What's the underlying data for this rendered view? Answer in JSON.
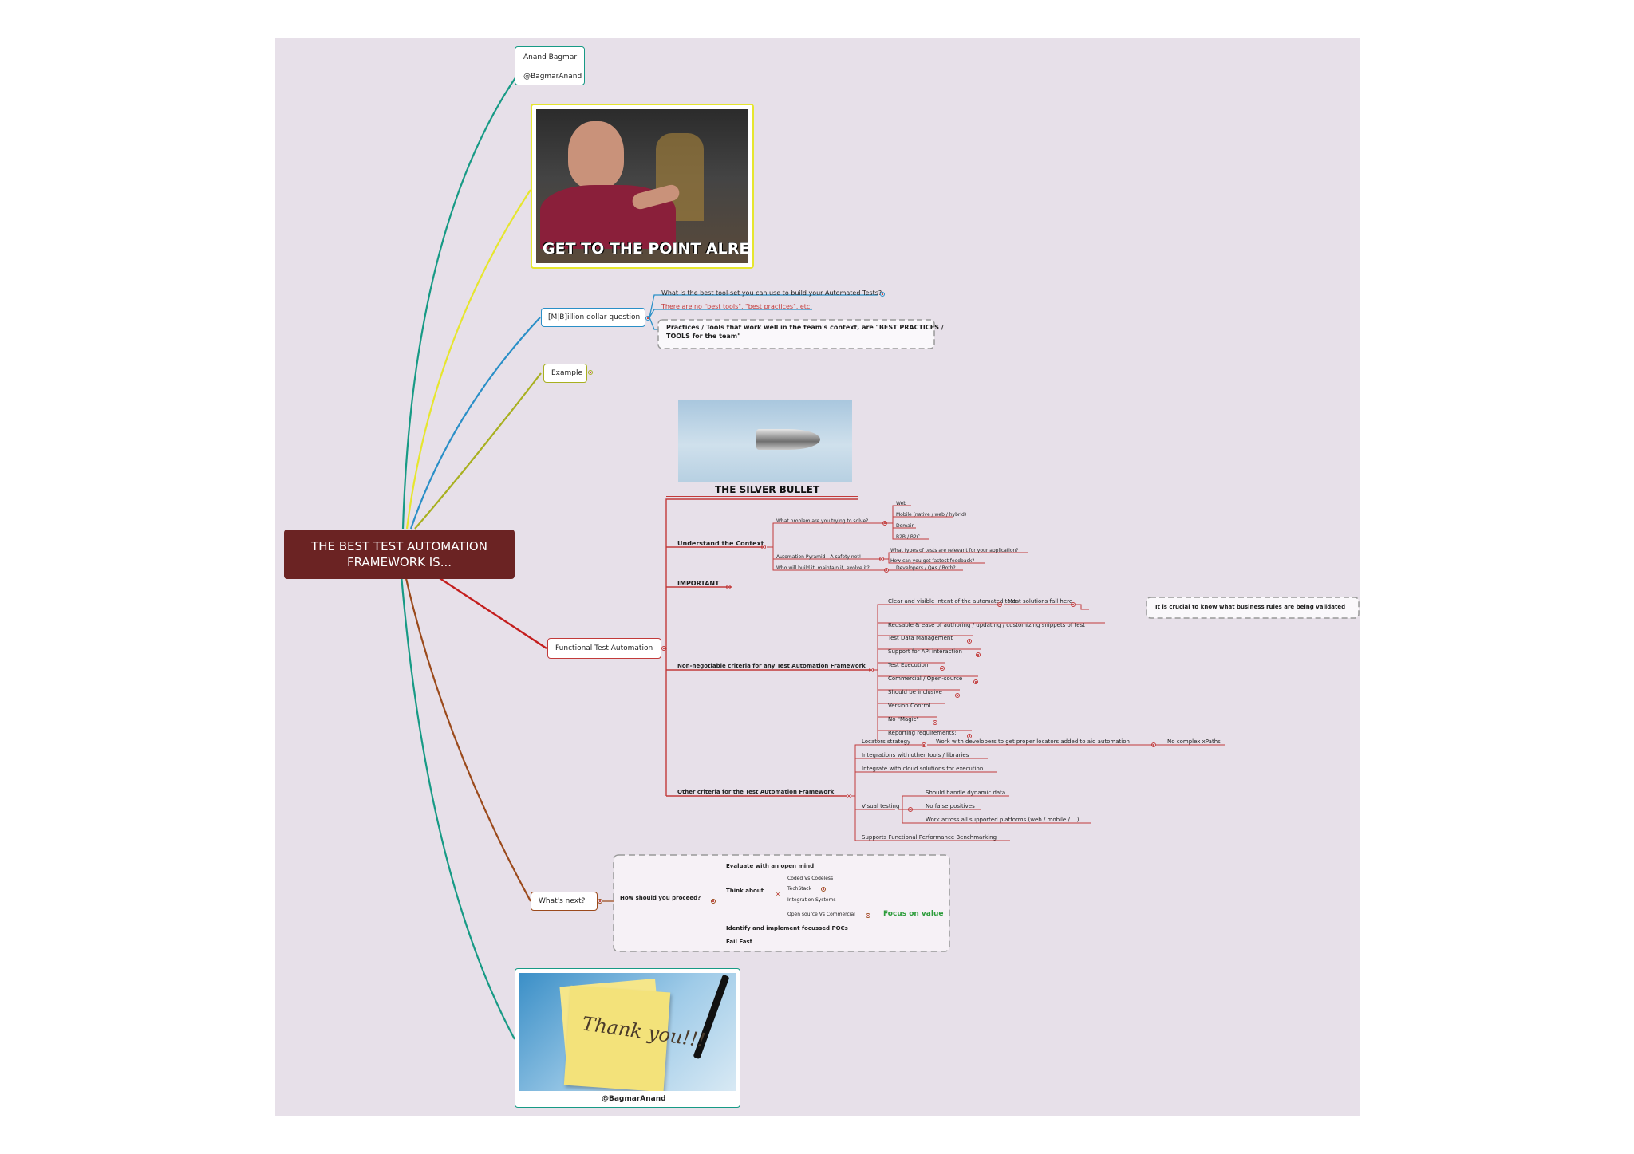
{
  "central": "THE BEST TEST AUTOMATION FRAMEWORK IS...",
  "author": {
    "name": "Anand Bagmar",
    "handle": "@BagmarAnand"
  },
  "meme": {
    "caption": "GET TO THE POINT ALREADY!"
  },
  "billion": {
    "label": "[M|B]illion dollar question",
    "q1": "What is the best tool-set you can use to build your Automated Tests?",
    "q2": "There are no \"best tools\", \"best practices\", etc.",
    "q3a": "Practices / Tools that work well in the team's context, are \"BEST PRACTICES /",
    "q3b": "TOOLS for the team\""
  },
  "example": "Example",
  "bullet": {
    "caption": "THE SILVER BULLET"
  },
  "functional": {
    "label": "Functional Test Automation",
    "context": {
      "label": "Understand the Context",
      "problem": "What problem are you trying to solve?",
      "problems": [
        "Web",
        "Mobile (native / web / hybrid)",
        "Domain",
        "B2B / B2C"
      ],
      "pyramid": "Automation Pyramid - A safety net!",
      "pyramid_items": [
        "What types of tests are relevant for your application?",
        "How can you get fastest feedback?"
      ],
      "who": "Who will build it, maintain it, evolve it?",
      "who_answer": "Developers / QAs / Both?"
    },
    "important": "IMPORTANT",
    "nonneg": {
      "label": "Non-negotiable criteria for any Test Automation Framework",
      "items": [
        "Clear and visible intent of the automated test",
        "Reusable & ease of authoring / updating / customizing snippets of test",
        "Test Data Management",
        "Support for API interaction",
        "Test Execution",
        "Commercial / Open-source",
        "Should be inclusive",
        "Version Control",
        "No \"Magic\"",
        "Reporting requirements:"
      ],
      "fail": "Most solutions fail here",
      "crucial": "It is crucial to know what business rules are being validated"
    },
    "other": {
      "label": "Other criteria for the Test Automation Framework",
      "items": [
        "Locators strategy",
        "Integrations with other tools / libraries",
        "Integrate with cloud solutions for execution",
        "Visual testing",
        "Supports Functional Performance Benchmarking"
      ],
      "locator_detail": "Work with developers to get proper locators added to aid automation",
      "no_xpaths": "No complex xPaths",
      "visual": [
        "Should handle dynamic data",
        "No false positives",
        "Work across all supported platforms (web / mobile / ...)"
      ]
    }
  },
  "next": {
    "label": "What's next?",
    "how": "How should you proceed?",
    "items": [
      "Evaluate with an open mind",
      "Think about",
      "Identify and implement focussed POCs",
      "Fail Fast"
    ],
    "think": [
      "Coded Vs Codeless",
      "TechStack",
      "Integration Systems",
      "Open source Vs Commercial"
    ],
    "focus": "Focus on value"
  },
  "thanks": {
    "note": "Thank you!!!",
    "handle": "@BagmarAnand"
  },
  "colors": {
    "central": "#6b2323",
    "red": "#c23a3a",
    "teal": "#179a85",
    "yellow": "#e6e62e",
    "blue": "#2a8fc7",
    "olive": "#a8b020",
    "brown": "#9b4a1c",
    "green": "#2c9c3a"
  }
}
